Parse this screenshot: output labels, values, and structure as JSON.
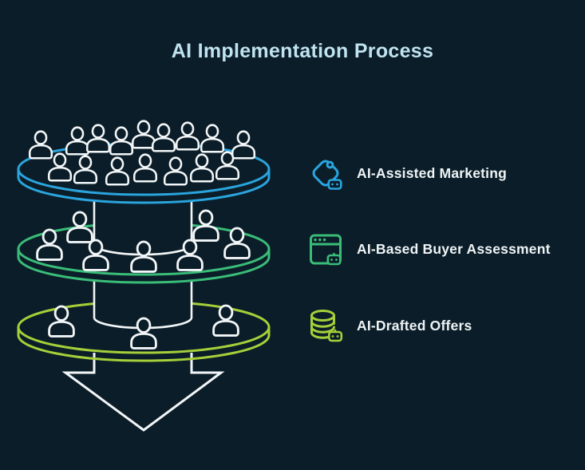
{
  "title": "AI Implementation Process",
  "colors": {
    "background": "#0b1d28",
    "title_text": "#bfe3f0",
    "label_text": "#eef4f6",
    "outline_white": "#f2f6f8",
    "stage_blue": "#2aa4dd",
    "stage_green": "#3abc79",
    "stage_lime": "#a6cf39"
  },
  "legend": [
    {
      "label": "AI-Assisted Marketing",
      "icon": "tag-robot-icon",
      "color": "#2aa4dd"
    },
    {
      "label": "AI-Based Buyer Assessment",
      "icon": "browser-robot-icon",
      "color": "#3abc79"
    },
    {
      "label": "AI-Drafted Offers",
      "icon": "database-robot-icon",
      "color": "#a6cf39"
    }
  ],
  "funnel": {
    "type": "funnel",
    "arrow_direction": "down",
    "stages": [
      {
        "name": "AI-Assisted Marketing",
        "color": "#2aa4dd",
        "people_count": 16
      },
      {
        "name": "AI-Based Buyer Assessment",
        "color": "#3abc79",
        "people_count": 7
      },
      {
        "name": "AI-Drafted Offers",
        "color": "#a6cf39",
        "people_count": 3
      }
    ]
  }
}
